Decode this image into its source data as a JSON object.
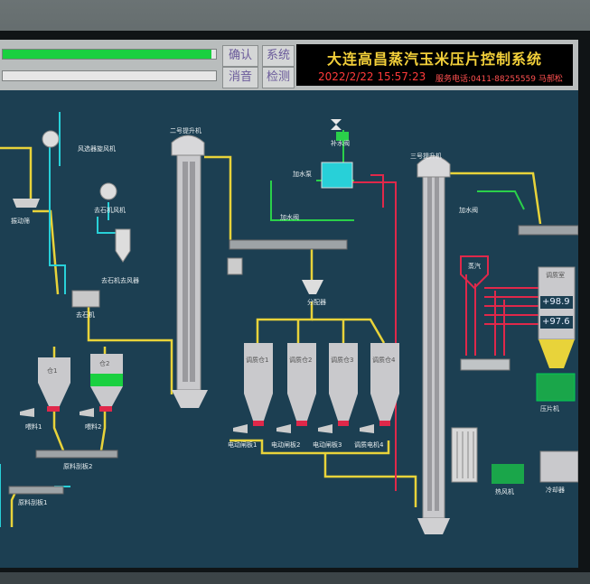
{
  "header": {
    "title": "大连高昌蒸汽玉米压片控制系统",
    "datetime": "2022/2/22 15:57:23",
    "phone": "服务电话:0411-88255559",
    "company": "马郝松",
    "buttons": [
      {
        "label": "确认"
      },
      {
        "label": "消音"
      },
      {
        "label": "系统"
      },
      {
        "label": "检测"
      }
    ],
    "progress": [
      {
        "fill": 0.98
      },
      {
        "fill": 0.0
      }
    ]
  },
  "process": {
    "cyclone_label": "风选器旋风机",
    "stone_fan_label": "去石机风机",
    "stone_machine_label": "去石机去风器",
    "vibrating_label": "振动筛",
    "grain_mill_label": "去石机",
    "elevator2_label": "二号提升机",
    "elevator3_label": "三号提升机",
    "water_pump_label": "补水阀",
    "water_tank_label": "加水泵",
    "water_valve_label": "加水阀",
    "valve2_label": "加水阀",
    "distributor_label": "分配器",
    "tank_labels": [
      "调质仓1",
      "调质仓2",
      "调质仓3",
      "调质仓4"
    ],
    "bin_labels": [
      "仓1",
      "仓2"
    ],
    "feeder_labels": [
      "喂料1",
      "喂料2"
    ],
    "conveyor_labels": [
      "原料刮板2",
      "原料刮板1"
    ],
    "motor_labels": [
      "电动闸板1",
      "电动闸板2",
      "电动闸板3",
      "调质电机4"
    ],
    "steam_label": "蒸汽",
    "flaker_label": "压片机",
    "fan_label": "热风机",
    "cooler_label": "冷却器",
    "conditioner_label": "调质室",
    "temp1": "+98.9",
    "temp2": "+97.6"
  },
  "colors": {
    "screen_bg": "#1c3f52",
    "pipe_yellow": "#e8d33a",
    "pipe_cyan": "#28d0d8",
    "pipe_red": "#e0284a",
    "pipe_green": "#2ad04a",
    "title_text": "#f3d03a"
  }
}
